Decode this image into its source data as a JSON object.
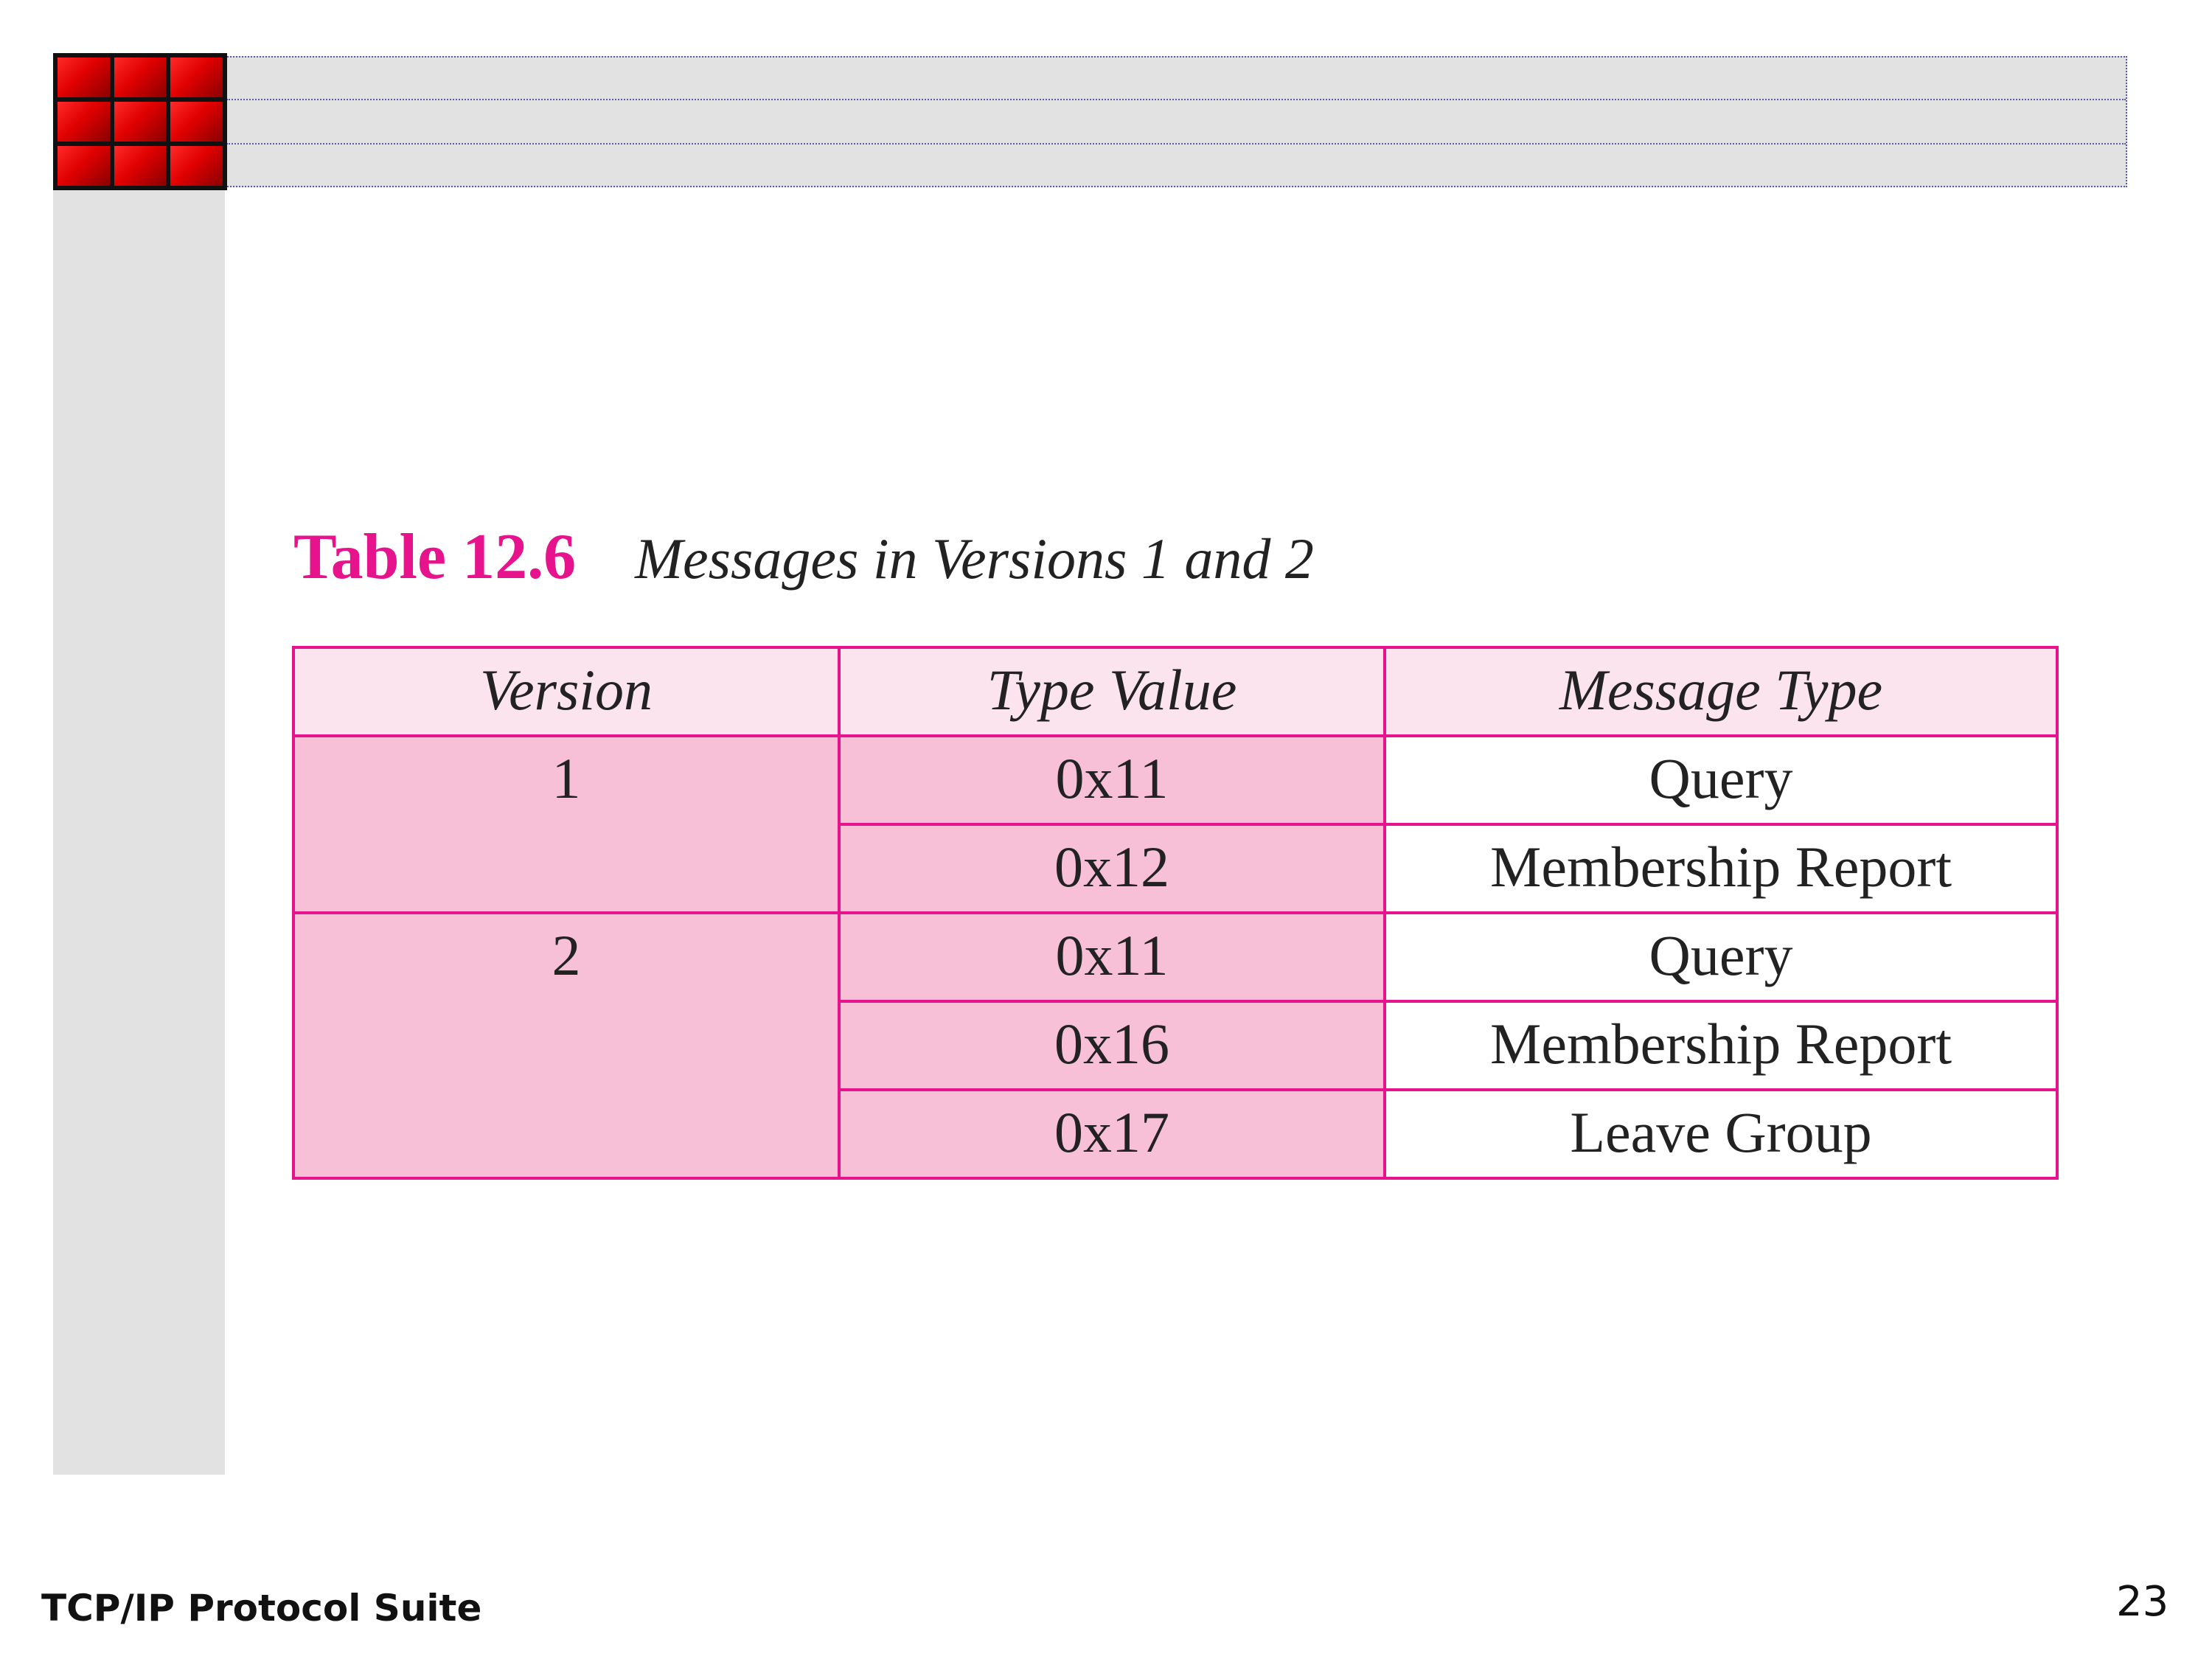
{
  "caption": {
    "label": "Table 12.6",
    "title": "Messages in Versions 1 and 2"
  },
  "table": {
    "headers": [
      "Version",
      "Type Value",
      "Message Type"
    ],
    "groups": [
      {
        "version": "1",
        "rows": [
          {
            "type_value": "0x11",
            "message_type": "Query"
          },
          {
            "type_value": "0x12",
            "message_type": "Membership Report"
          }
        ]
      },
      {
        "version": "2",
        "rows": [
          {
            "type_value": "0x11",
            "message_type": "Query"
          },
          {
            "type_value": "0x16",
            "message_type": "Membership Report"
          },
          {
            "type_value": "0x17",
            "message_type": "Leave Group"
          }
        ]
      }
    ]
  },
  "footer": {
    "left": "TCP/IP Protocol Suite",
    "page_number": "23"
  },
  "colors": {
    "accent": "#e6138c",
    "header_fill": "#fce4ef",
    "cell_fill": "#f7c0d7",
    "logo_red": "#e00000",
    "band_gray": "#e2e2e2"
  }
}
